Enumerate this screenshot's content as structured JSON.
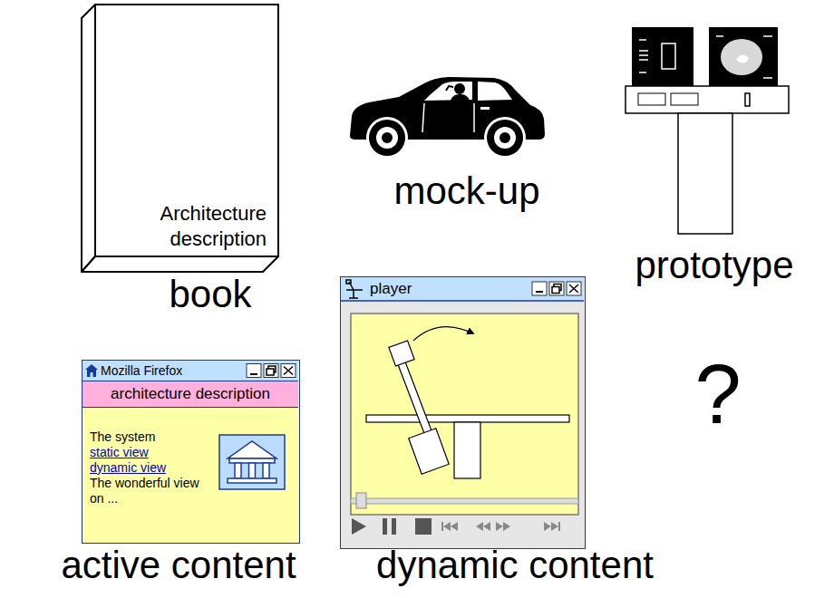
{
  "diagram": {
    "nodes": [
      {
        "text": [
          "Architecture description"
        ]
      },
      {
        "text": [
          "Mozilla Firefox"
        ]
      },
      {
        "text": [
          "architecture description"
        ],
        "in": 1
      },
      {
        "text": [
          "The system",
          "static view",
          "dynamic view",
          "The wonderful view on ..."
        ],
        "in": 1
      },
      {
        "text": [
          "player"
        ]
      }
    ],
    "labels": [
      "book",
      "mock-up",
      "prototype",
      "?",
      "active content",
      "dynamic content"
    ]
  }
}
